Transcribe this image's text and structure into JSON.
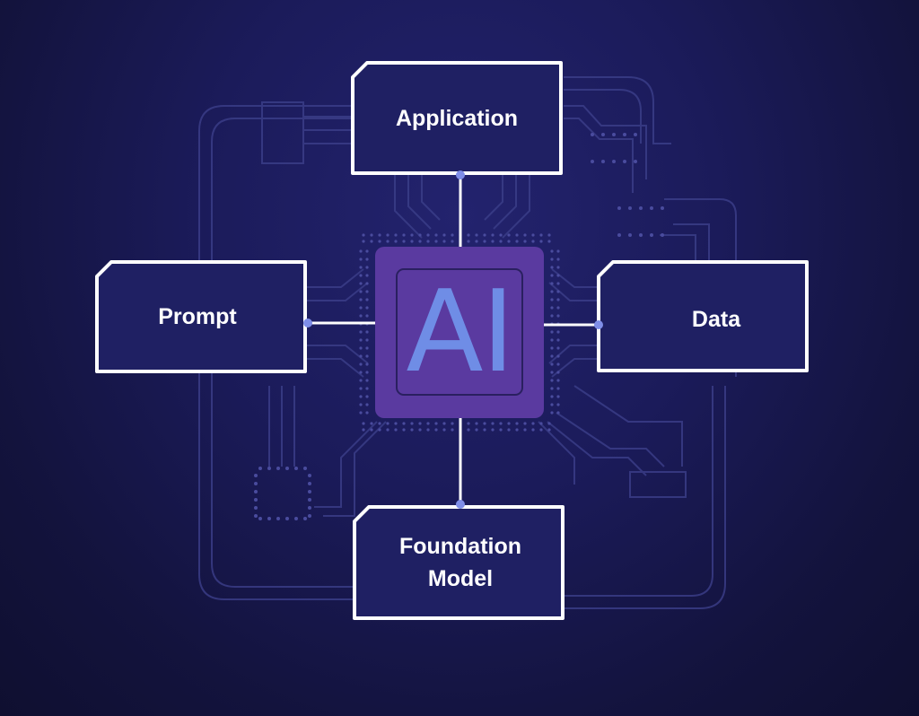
{
  "diagram": {
    "core": {
      "label": "AI"
    },
    "nodes": {
      "application": {
        "label": "Application"
      },
      "prompt": {
        "label": "Prompt"
      },
      "data": {
        "label": "Data"
      },
      "foundation_model": {
        "line1": "Foundation",
        "line2": "Model"
      }
    }
  },
  "colors": {
    "background": "#1b1b5a",
    "box_fill": "#1f2063",
    "box_border": "#ffffff",
    "chip_fill": "#5a3aa0",
    "chip_text": "#6f8de6",
    "connector_dot": "#7f8ee8",
    "circuit_trace": "#3c3f8a"
  }
}
